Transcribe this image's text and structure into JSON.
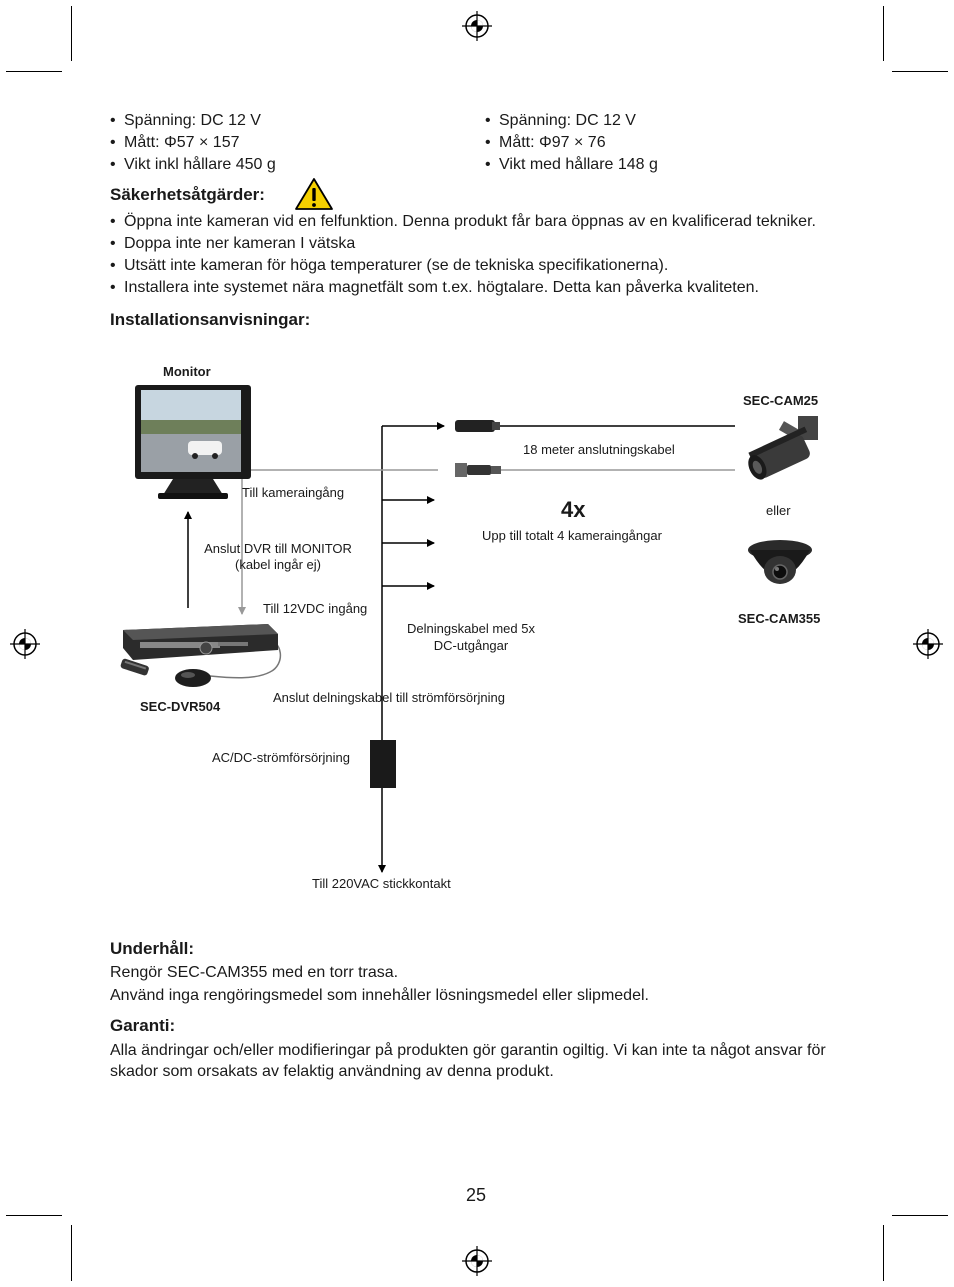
{
  "specs": {
    "left": [
      "Spänning: DC 12 V",
      "Mått: Φ57 × 157",
      "Vikt inkl hållare 450 g"
    ],
    "right": [
      "Spänning: DC 12 V",
      "Mått: Φ97 × 76",
      "Vikt med hållare 148 g"
    ]
  },
  "safety": {
    "title": "Säkerhetsåtgärder:",
    "items": [
      "Öppna inte kameran vid en felfunktion. Denna produkt får bara öppnas av en kvalificerad tekniker.",
      "Doppa inte ner kameran I vätska",
      "Utsätt inte kameran för höga temperaturer (se de tekniska specifikationerna).",
      "Installera inte systemet nära magnetfält som t.ex. högtalare. Detta kan påverka kvaliteten."
    ]
  },
  "install": {
    "title": "Installationsanvisningar:"
  },
  "diagram": {
    "monitor": "Monitor",
    "cam25": "SEC-CAM25",
    "cam_cable": "18 meter anslutningskabel",
    "to_cam_input": "Till kameraingång",
    "four_x": "4x",
    "up_to_four": "Upp till totalt 4 kameraingångar",
    "or": "eller",
    "connect_dvr_line1": "Anslut DVR till MONITOR",
    "connect_dvr_line2": "(kabel ingår ej)",
    "to_12vdc": "Till 12VDC ingång",
    "cam355": "SEC-CAM355",
    "splitter_line1": "Delningskabel med 5x",
    "splitter_line2": "DC-utgångar",
    "connect_splitter": "Anslut delningskabel till strömförsörjning",
    "dvr": "SEC-DVR504",
    "acdc": "AC/DC-strömförsörjning",
    "to_220": "Till 220VAC stickkontakt"
  },
  "maintenance": {
    "title": "Underhåll:",
    "line1": "Rengör SEC-CAM355 med en torr trasa.",
    "line2": "Använd inga rengöringsmedel som innehåller lösningsmedel eller slipmedel."
  },
  "warranty": {
    "title": "Garanti:",
    "line1": "Alla ändringar och/eller modifieringar på produkten gör garantin ogiltig. Vi kan inte ta något ansvar för",
    "line2": "skador som orsakats av felaktig användning av denna produkt."
  },
  "page_number": "25",
  "colors": {
    "warning_yellow": "#f5d000",
    "line": "#000000",
    "gray_cable": "#999999"
  }
}
